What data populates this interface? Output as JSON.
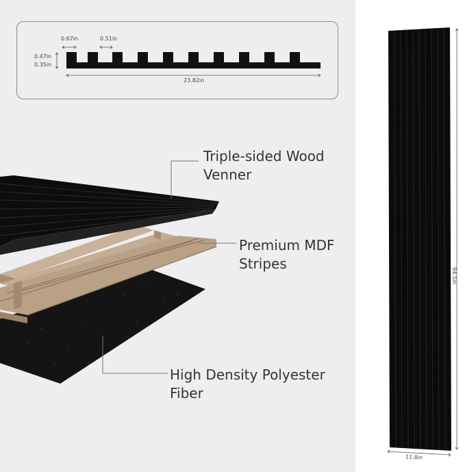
{
  "profile_dimensions": {
    "slat_width": "0.67in",
    "gap_width": "0.51in",
    "slat_height": "0.47in",
    "base_thickness": "0.35in",
    "total_width": "23.82in"
  },
  "callouts": {
    "veneer": [
      "Triple-sided Wood",
      "Venner"
    ],
    "mdf": [
      "Premium MDF",
      "Stripes"
    ],
    "fiber": [
      "High Density Polyester",
      "Fiber"
    ]
  },
  "panel_dimensions": {
    "height": "94.5in",
    "width": "11.8in"
  },
  "colors": {
    "background_left": "#eeeef0",
    "background_right": "#ffffff",
    "panel_black": "#0d0d0d",
    "wood": "#b9a188",
    "felt": "#141414"
  }
}
